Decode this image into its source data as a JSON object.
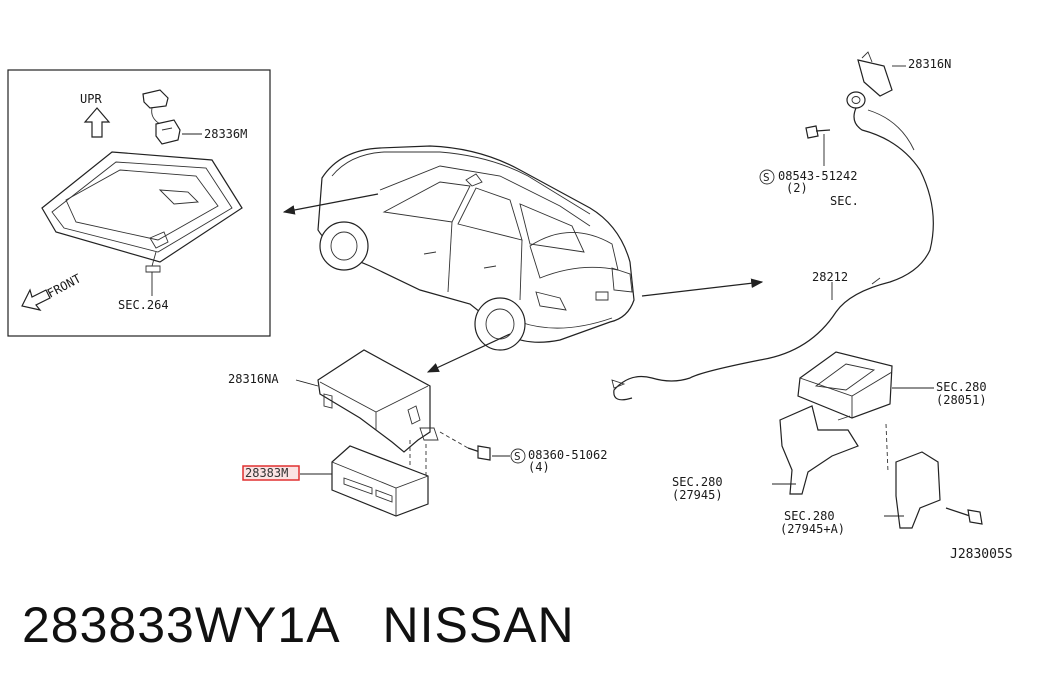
{
  "inset": {
    "upr_label": "UPR",
    "front_label": "FRONT",
    "part_28336m": "28336M",
    "sec_264": "SEC.264"
  },
  "antenna": {
    "part_28316n": "28316N",
    "screw_part": "08543-51242",
    "screw_qty": "(2)",
    "sec_label": "SEC.",
    "harness_part": "28212"
  },
  "unit": {
    "bracket_part": "28316NA",
    "screw_part": "08360-51062",
    "screw_qty": "(4)",
    "module_part": "28383M"
  },
  "rear_unit": {
    "sec280_a": "SEC.280",
    "sec280_a_ref": "(28051)",
    "sec280_b": "SEC.280",
    "sec280_b_ref": "(27945)",
    "sec280_c": "SEC.280",
    "sec280_c_ref": "(27945+A)"
  },
  "diagram_code": "J283005S",
  "footer": {
    "part_number": "283833WY1A",
    "brand": "NISSAN"
  },
  "colors": {
    "highlight": "#e03030",
    "line": "#222222"
  }
}
